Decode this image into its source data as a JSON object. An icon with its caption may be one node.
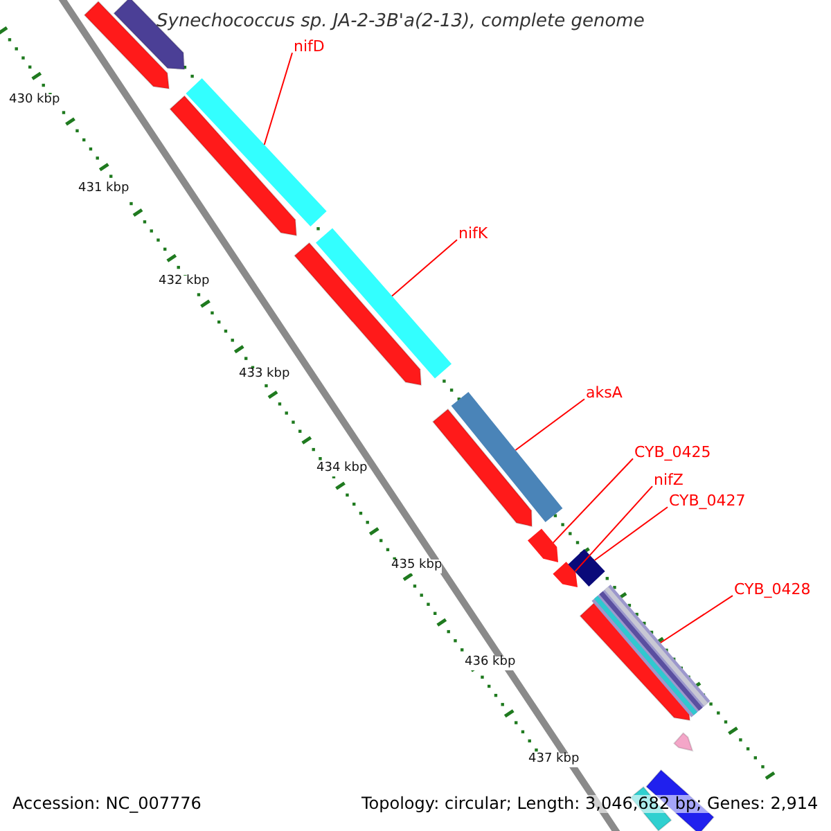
{
  "diagram": {
    "title": "Synechococcus sp. JA-2-3B'a(2-13), complete genome",
    "nodes": [
      {
        "text": [
          "nifD"
        ]
      },
      {
        "text": [
          "nifK"
        ]
      },
      {
        "text": [
          "aksA"
        ]
      },
      {
        "text": [
          "CYB_0425"
        ]
      },
      {
        "text": [
          "nifZ"
        ]
      },
      {
        "text": [
          "CYB_0427"
        ]
      },
      {
        "text": [
          "CYB_0428"
        ]
      },
      {
        "text": [],
        "shape": "bar"
      },
      {
        "text": [],
        "shape": "bar"
      },
      {
        "text": [],
        "shape": "bar"
      },
      {
        "text": [],
        "shape": "bar"
      },
      {
        "text": [],
        "shape": "bar"
      },
      {
        "text": [],
        "shape": "bar"
      },
      {
        "text": [],
        "shape": "bar"
      }
    ],
    "edges": [
      {
        "from": 0,
        "to": 7,
        "arrow": "none"
      },
      {
        "from": 1,
        "to": 8,
        "arrow": "none"
      },
      {
        "from": 2,
        "to": 9,
        "arrow": "none"
      },
      {
        "from": 3,
        "to": 10,
        "arrow": "none"
      },
      {
        "from": 4,
        "to": 11,
        "arrow": "none"
      },
      {
        "from": 5,
        "to": 12,
        "arrow": "none"
      },
      {
        "from": 6,
        "to": 13,
        "arrow": "none"
      }
    ],
    "labels": [
      "430 kbp",
      "431 kbp",
      "432 kbp",
      "433 kbp",
      "434 kbp",
      "435 kbp",
      "436 kbp",
      "437 kbp",
      "Accession: NC_007776",
      "Topology: circular; Length: 3,046,682 bp; Genes: 2,914"
    ]
  }
}
